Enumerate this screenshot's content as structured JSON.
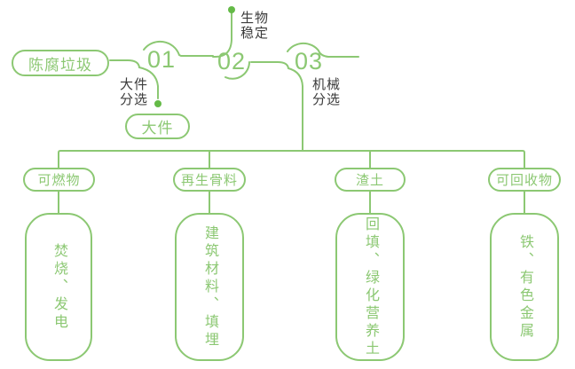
{
  "colors": {
    "green": "#8CC873",
    "dot_green": "#64BA47",
    "label_dark": "#3B3B3B",
    "background": "#FFFFFF"
  },
  "flow": {
    "source": "陈腐垃圾",
    "steps": [
      {
        "number": "01",
        "label": "大件分选",
        "label_lines": [
          "大件",
          "分选"
        ],
        "output": "大件"
      },
      {
        "number": "02",
        "label": "生物稳定",
        "label_lines": [
          "生物",
          "稳定"
        ]
      },
      {
        "number": "03",
        "label": "机械分选",
        "label_lines": [
          "机械",
          "分选"
        ]
      }
    ]
  },
  "branches": [
    {
      "category": "可燃物",
      "result": "焚烧、发电"
    },
    {
      "category": "再生骨料",
      "result": "建筑材料、填埋"
    },
    {
      "category": "渣土",
      "result": "回填、绿化营养土"
    },
    {
      "category": "可回收物",
      "result": "铁、有色金属"
    }
  ]
}
